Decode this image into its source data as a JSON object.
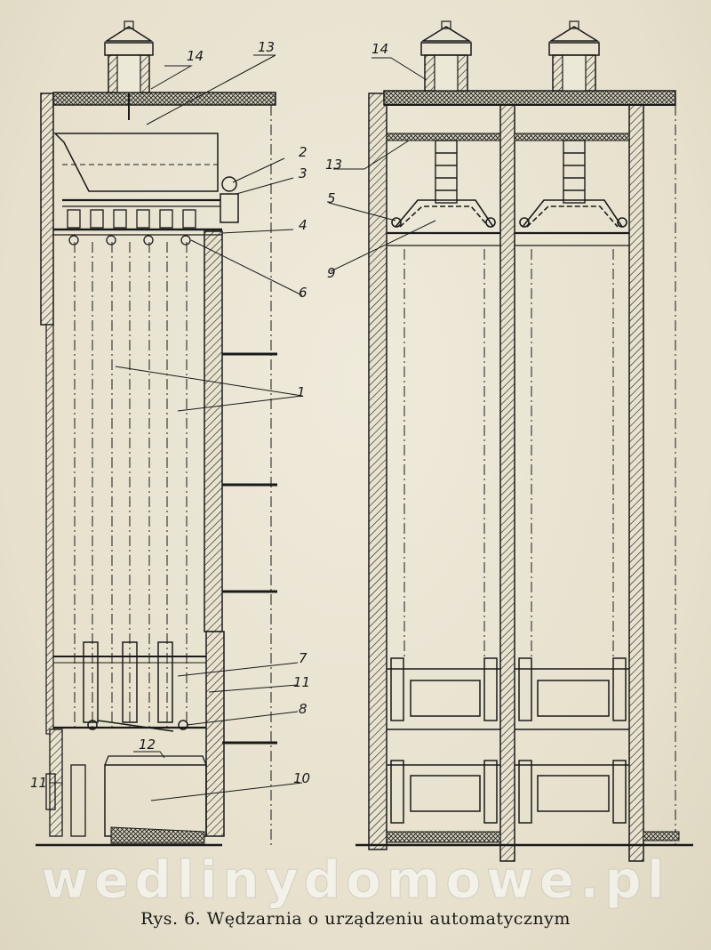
{
  "caption": "Rys. 6. Wędzarnia o urządzeniu automatycznym",
  "watermark": "wedlinydomowe.pl",
  "labels": {
    "n1": "1",
    "n2": "2",
    "n3": "3",
    "n4": "4",
    "n5": "5",
    "n6": "6",
    "n7": "7",
    "n8": "8",
    "n9": "9",
    "n10": "10",
    "n11a": "11",
    "n11b": "11",
    "n12": "12",
    "n13a": "13",
    "n13b": "13",
    "n14a": "14",
    "n14b": "14"
  },
  "colors": {
    "ink": "#1a1a1a",
    "paper": "#ece7d6"
  }
}
